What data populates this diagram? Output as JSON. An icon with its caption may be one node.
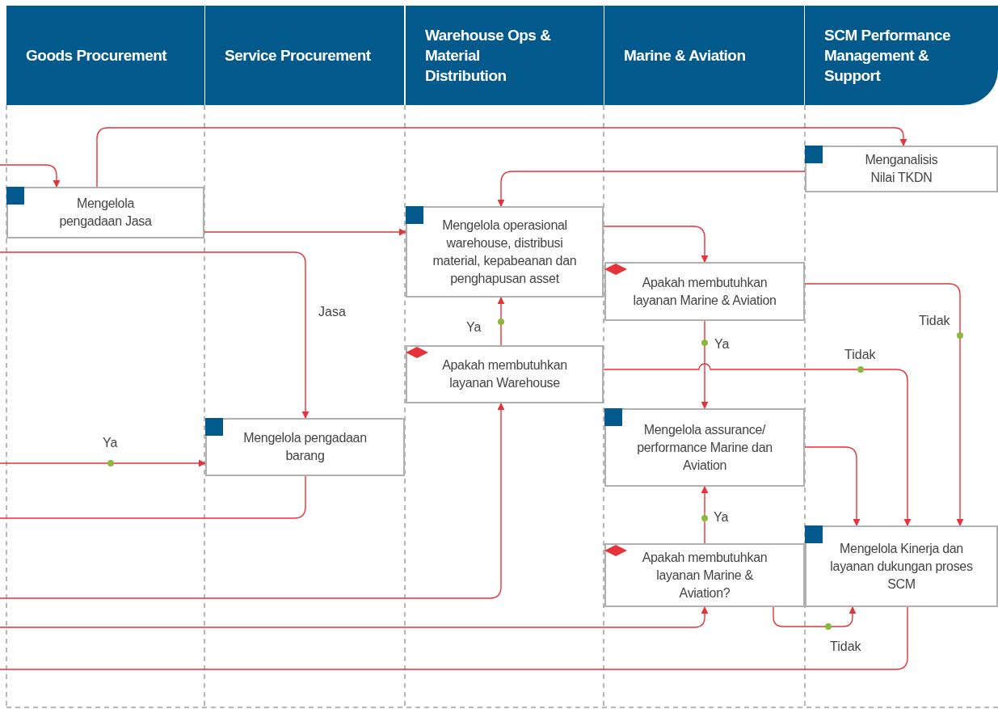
{
  "diagram": {
    "nodes": [
      {
        "text": [
          "Goods Procurement"
        ]
      },
      {
        "text": [
          "Service Procurement"
        ]
      },
      {
        "text": [
          "Warehouse Ops & Material Distribution"
        ]
      },
      {
        "text": [
          "Marine & Aviation"
        ]
      },
      {
        "text": [
          "SCM Performance Management & Support"
        ]
      },
      {
        "text": [
          "Mengelola pengadaan Jasa"
        ]
      },
      {
        "text": [
          "Menganalisis Nilai TKDN"
        ]
      },
      {
        "text": [
          "Mengelola operasional warehouse, distribusi material, kepabeanan dan penghapusan asset"
        ]
      },
      {
        "text": [
          "Apakah membutuhkan layanan Marine & Aviation"
        ]
      },
      {
        "text": [
          "Apakah membutuhkan layanan Warehouse"
        ]
      },
      {
        "text": [
          "Mengelola assurance/ performance Marine dan Aviation"
        ]
      },
      {
        "text": [
          "Mengelola pengadaan barang"
        ]
      },
      {
        "text": [
          "Apakah membutuhkan layanan Marine & Aviation?"
        ]
      },
      {
        "text": [
          "Mengelola Kinerja dan layanan dukungan proses SCM"
        ]
      }
    ],
    "edges": [
      {
        "from": null,
        "to": 5,
        "arrow": "to"
      },
      {
        "from": 5,
        "to": 6,
        "arrow": "to"
      },
      {
        "from": 5,
        "to": 7,
        "arrow": "to"
      },
      {
        "from": 6,
        "to": 7,
        "arrow": "to"
      },
      {
        "from": null,
        "to": 11,
        "arrow": "to",
        "label": "Jasa"
      },
      {
        "from": null,
        "to": 11,
        "arrow": "to",
        "label": "Ya"
      },
      {
        "from": 11,
        "to": null,
        "arrow": "none"
      },
      {
        "from": 9,
        "to": 7,
        "arrow": "to",
        "label": "Ya"
      },
      {
        "from": null,
        "to": 9,
        "arrow": "to"
      },
      {
        "from": 7,
        "to": 8,
        "arrow": "to"
      },
      {
        "from": 8,
        "to": 10,
        "arrow": "to",
        "label": "Ya"
      },
      {
        "from": 8,
        "to": 13,
        "arrow": "to",
        "label": "Tidak"
      },
      {
        "from": 9,
        "to": 13,
        "arrow": "to",
        "label": "Tidak"
      },
      {
        "from": 10,
        "to": 13,
        "arrow": "to"
      },
      {
        "from": 12,
        "to": 10,
        "arrow": "to",
        "label": "Ya"
      },
      {
        "from": null,
        "to": 12,
        "arrow": "to"
      },
      {
        "from": 12,
        "to": 13,
        "arrow": "to",
        "label": "Tidak"
      },
      {
        "from": 13,
        "to": null,
        "arrow": "none"
      }
    ]
  }
}
